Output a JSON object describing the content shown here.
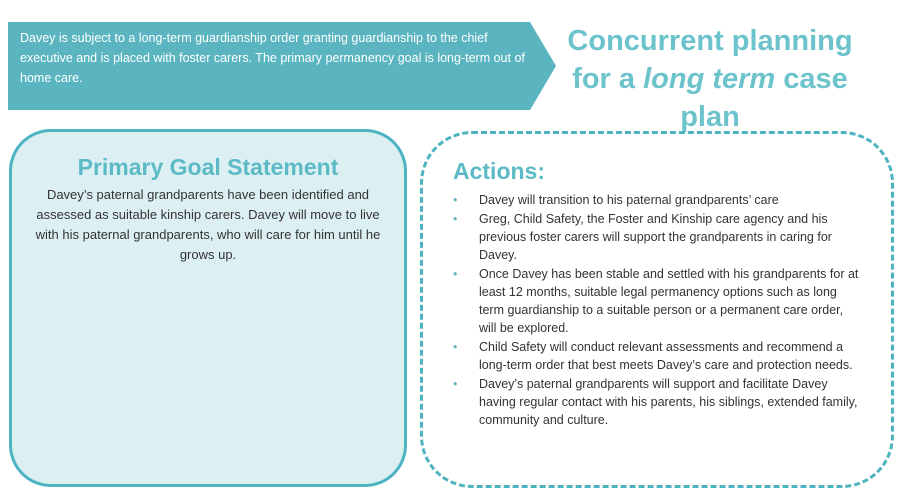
{
  "banner": {
    "text": "Davey is subject to a long-term guardianship order granting guardianship to the chief executive and is placed with foster carers. The primary permanency goal is long-term out of home care."
  },
  "title": {
    "line1": "Concurrent planning",
    "prefix": "for a ",
    "emphasis": "long term",
    "suffix": " case plan"
  },
  "goal": {
    "heading": "Primary Goal Statement",
    "body": "Davey’s paternal grandparents have been identified and assessed as suitable kinship carers. Davey will move to live with his paternal grandparents, who will care for him until he grows up."
  },
  "actions": {
    "heading": "Actions:",
    "items": [
      "Davey will transition to his paternal grandparents’ care",
      "Greg, Child Safety, the Foster and Kinship care agency and his previous foster carers will support the grandparents in caring for Davey.",
      "Once Davey has been stable and settled with his grandparents for at least 12 months, suitable legal permanency options such as long term guardianship to a suitable person or a permanent care order, will be explored.",
      "Child Safety will conduct relevant assessments and recommend a long-term order that best meets Davey’s care and protection needs.",
      "Davey’s paternal grandparents will support and facilitate Davey having regular contact with his parents, his siblings, extended family, community and culture."
    ]
  },
  "colors": {
    "teal": "#5bbac5",
    "banner": "#5ab5c0",
    "goal_fill": "#dcf0f3"
  }
}
